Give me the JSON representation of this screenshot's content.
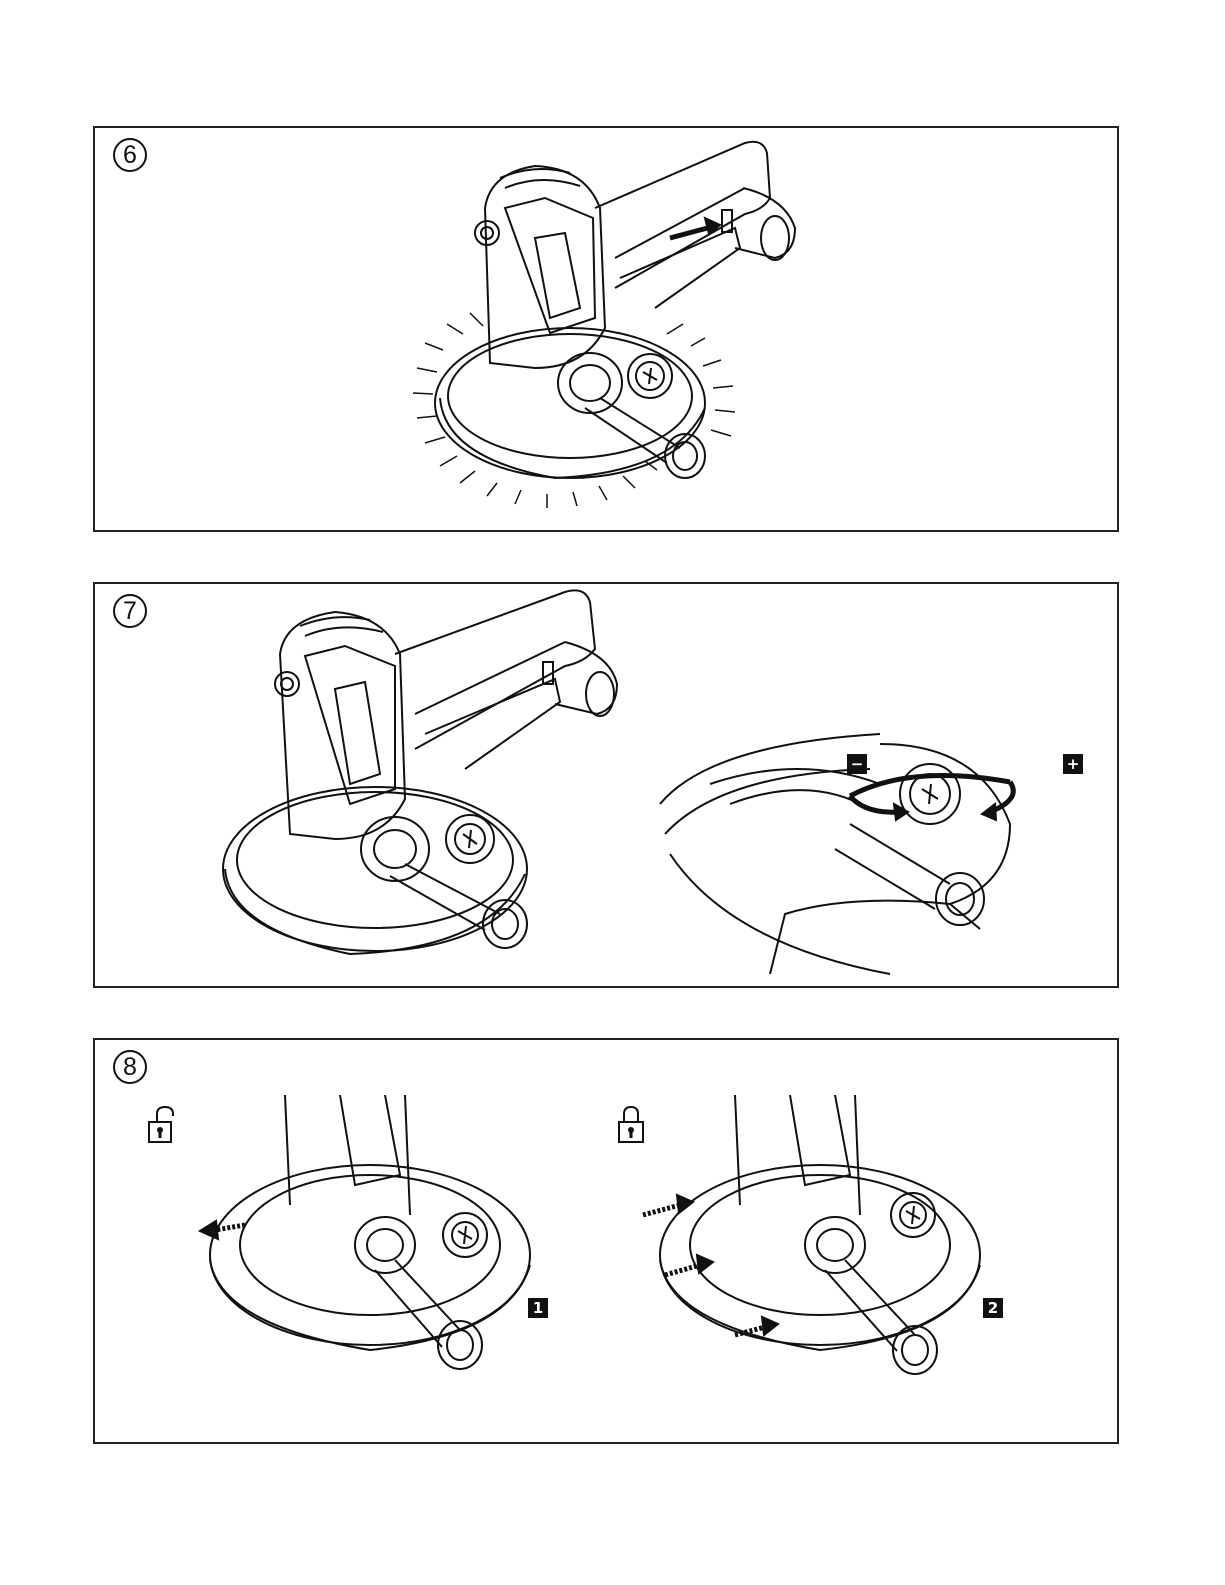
{
  "steps": {
    "six": {
      "number": "6"
    },
    "seven": {
      "number": "7",
      "minus_label": "−",
      "plus_label": "+"
    },
    "eight": {
      "number": "8",
      "step1_label": "1",
      "step2_label": "2",
      "unlock_icon": "unlocked-padlock-icon",
      "lock_icon": "locked-padlock-icon"
    }
  }
}
